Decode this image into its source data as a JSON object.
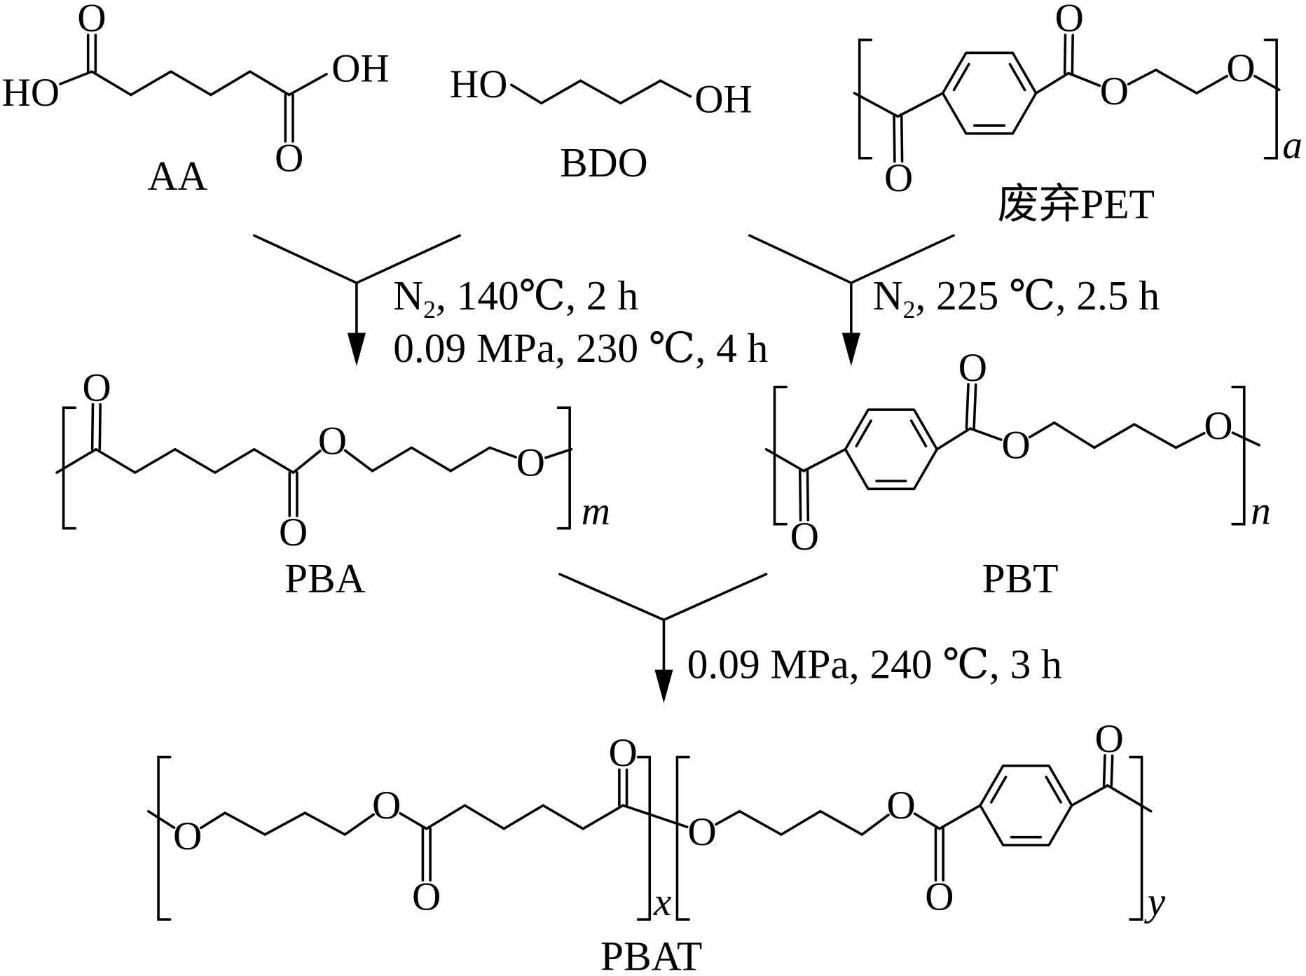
{
  "compounds": {
    "aa": {
      "name": "AA",
      "atoms": [
        "HO",
        "O",
        "O",
        "OH"
      ]
    },
    "bdo": {
      "name": "BDO",
      "atoms": [
        "HO",
        "OH"
      ]
    },
    "pet": {
      "name": "废弃PET",
      "atoms": [
        "O",
        "O",
        "O",
        "O"
      ],
      "repeat": "a"
    },
    "pba": {
      "name": "PBA",
      "atoms": [
        "O",
        "O",
        "O",
        "O"
      ],
      "repeat": "m"
    },
    "pbt": {
      "name": "PBT",
      "atoms": [
        "O",
        "O",
        "O",
        "O"
      ],
      "repeat": "n"
    },
    "pbat": {
      "name": "PBAT",
      "atoms": [
        "O",
        "O",
        "O",
        "O",
        "O",
        "O",
        "O",
        "O"
      ],
      "repeat": [
        "x",
        "y"
      ]
    }
  },
  "conditions": {
    "step1": {
      "line1": {
        "pre": "N",
        "sub": "2",
        "post": ", 140℃, 2 h"
      },
      "line2": "0.09 MPa, 230 ℃, 4 h"
    },
    "step2": {
      "line1": {
        "pre": "N",
        "sub": "2",
        "post": ", 225 ℃, 2.5 h"
      }
    },
    "step3": {
      "line1": "0.09 MPa, 240 ℃, 3 h"
    }
  }
}
